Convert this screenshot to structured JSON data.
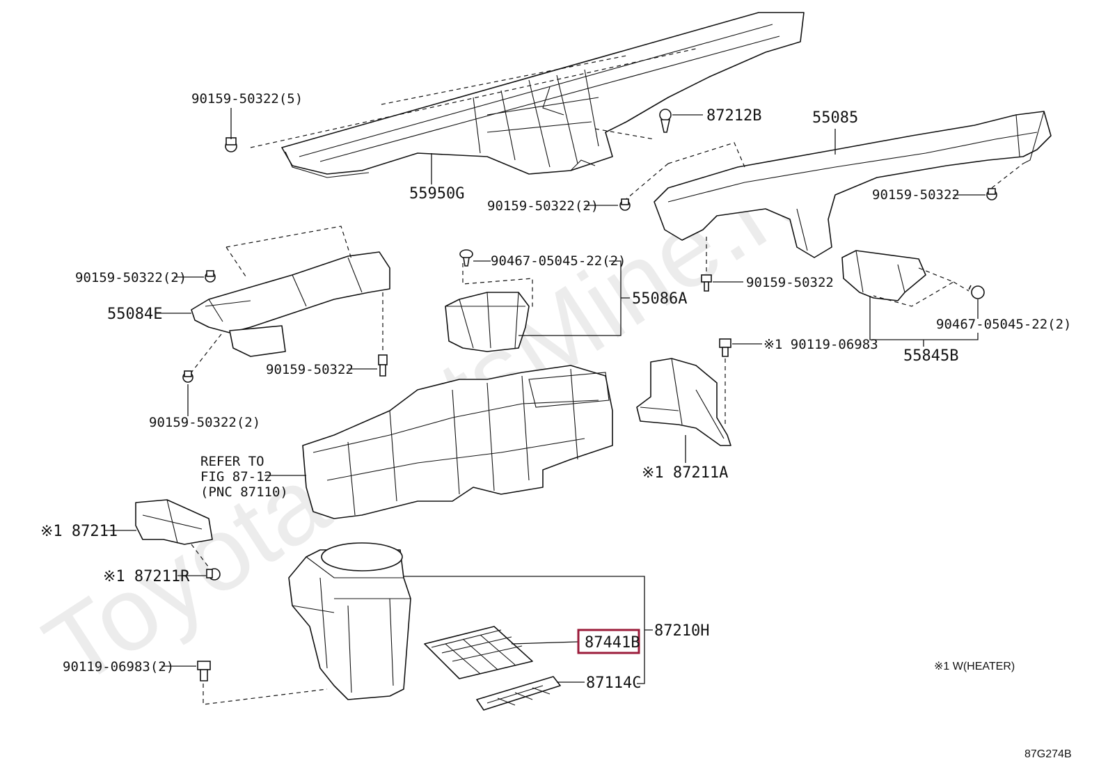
{
  "watermark": "ToyotaPartsMine.ru",
  "diagram_code": "87G274B",
  "note": "※1 W(HEATER)",
  "highlighted_part": "87441B",
  "labels": {
    "p90159_5": "90159-50322(5)",
    "p55950G": "55950G",
    "p87212B": "87212B",
    "p55085": "55085",
    "p90159_2a": "90159-50322(2)",
    "p90159_r": "90159-50322",
    "p90159_2b": "90159-50322(2)",
    "p55084E": "55084E",
    "p90467_a": "90467-05045-22(2)",
    "p55086A": "55086A",
    "p90159_c": "90159-50322",
    "p90467_b": "90467-05045-22(2)",
    "p90159_d": "90159-50322",
    "p90119_a": "※1 90119-06983",
    "p55845B": "55845B",
    "p90159_2c": "90159-50322(2)",
    "refer1": "REFER TO",
    "refer2": "FIG 87-12",
    "refer3": "(PNC 87110)",
    "p87211A": "※1 87211A",
    "p87211": "※1 87211",
    "p87211R": "※1 87211R",
    "p87210H": "87210H",
    "p87441B": "87441B",
    "p90119_b": "90119-06983(2)",
    "p87114C": "87114C"
  }
}
